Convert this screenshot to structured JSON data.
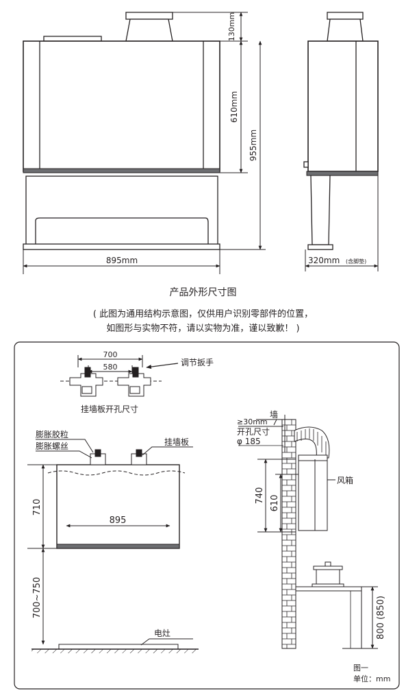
{
  "top_views": {
    "dims": {
      "top": "130mm",
      "body": "610mm",
      "total": "955mm",
      "width": "895mm",
      "depth": "320mm",
      "depth_note": "(含脚垫)"
    }
  },
  "caption": {
    "title": "产品外形尺寸图",
    "note_line1": "( 此图为通用结构示意图，仅供用户识别零部件的位置，",
    "note_line2": "如图形与实物不符，请以实物为准，谨以致歉！ )"
  },
  "install": {
    "bracket": {
      "dim_outer": "700",
      "dim_inner": "580",
      "wrench_label": "调节扳手",
      "caption": "挂墙板开孔尺寸"
    },
    "front": {
      "rubber_plug": "膨胀胶粒",
      "expansion_screw": "膨胀螺丝",
      "wall_plate": "挂墙板",
      "height_dim": "710",
      "width_dim": "895",
      "install_height": "700~750",
      "stove": "电灶"
    },
    "side": {
      "wall": "墙",
      "gap": "≥30mm",
      "hole_label": "开孔尺寸",
      "hole_dim": "φ 185",
      "fan_box": "风箱",
      "dim_740": "740",
      "dim_610": "610",
      "counter_height": "800 (850)"
    },
    "figure": "图一",
    "unit": "单位：mm"
  }
}
